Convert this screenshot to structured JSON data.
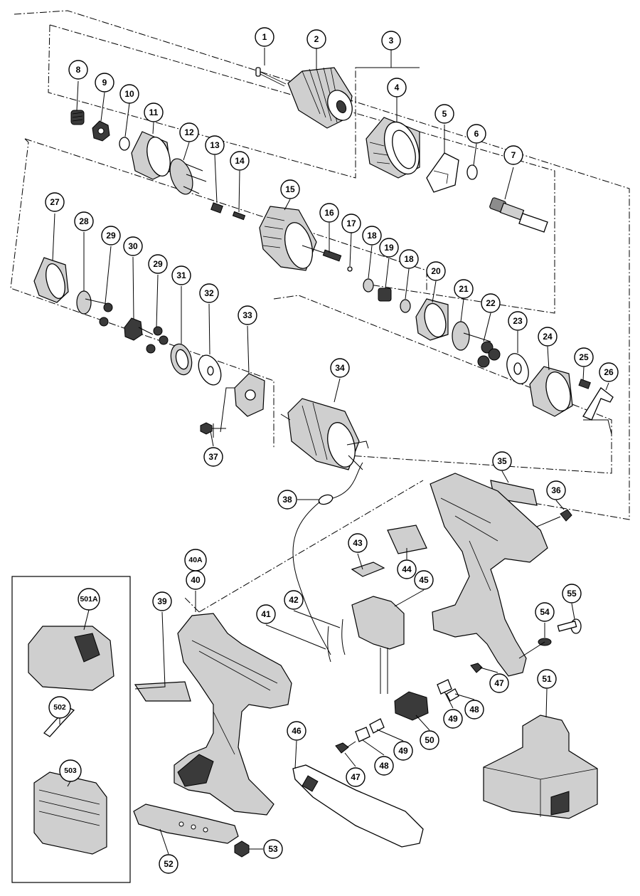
{
  "callouts": [
    {
      "key": "p1",
      "label": "1"
    },
    {
      "key": "p2",
      "label": "2"
    },
    {
      "key": "p3",
      "label": "3"
    },
    {
      "key": "p4",
      "label": "4"
    },
    {
      "key": "p5",
      "label": "5"
    },
    {
      "key": "p6",
      "label": "6"
    },
    {
      "key": "p7",
      "label": "7"
    },
    {
      "key": "p8",
      "label": "8"
    },
    {
      "key": "p9",
      "label": "9"
    },
    {
      "key": "p10",
      "label": "10"
    },
    {
      "key": "p11",
      "label": "11"
    },
    {
      "key": "p12",
      "label": "12"
    },
    {
      "key": "p13",
      "label": "13"
    },
    {
      "key": "p14",
      "label": "14"
    },
    {
      "key": "p15",
      "label": "15"
    },
    {
      "key": "p16",
      "label": "16"
    },
    {
      "key": "p17",
      "label": "17"
    },
    {
      "key": "p18a",
      "label": "18"
    },
    {
      "key": "p18b",
      "label": "18"
    },
    {
      "key": "p19",
      "label": "19"
    },
    {
      "key": "p20",
      "label": "20"
    },
    {
      "key": "p21",
      "label": "21"
    },
    {
      "key": "p22",
      "label": "22"
    },
    {
      "key": "p23",
      "label": "23"
    },
    {
      "key": "p24",
      "label": "24"
    },
    {
      "key": "p25",
      "label": "25"
    },
    {
      "key": "p26",
      "label": "26"
    },
    {
      "key": "p27",
      "label": "27"
    },
    {
      "key": "p28",
      "label": "28"
    },
    {
      "key": "p29a",
      "label": "29"
    },
    {
      "key": "p29b",
      "label": "29"
    },
    {
      "key": "p30",
      "label": "30"
    },
    {
      "key": "p31",
      "label": "31"
    },
    {
      "key": "p32",
      "label": "32"
    },
    {
      "key": "p33",
      "label": "33"
    },
    {
      "key": "p34",
      "label": "34"
    },
    {
      "key": "p35",
      "label": "35"
    },
    {
      "key": "p36",
      "label": "36"
    },
    {
      "key": "p37",
      "label": "37"
    },
    {
      "key": "p38",
      "label": "38"
    },
    {
      "key": "p39",
      "label": "39"
    },
    {
      "key": "p40",
      "label": "40"
    },
    {
      "key": "p40A",
      "label": "40A"
    },
    {
      "key": "p41",
      "label": "41"
    },
    {
      "key": "p42",
      "label": "42"
    },
    {
      "key": "p43",
      "label": "43"
    },
    {
      "key": "p44",
      "label": "44"
    },
    {
      "key": "p45",
      "label": "45"
    },
    {
      "key": "p46",
      "label": "46"
    },
    {
      "key": "p47a",
      "label": "47"
    },
    {
      "key": "p47b",
      "label": "47"
    },
    {
      "key": "p48a",
      "label": "48"
    },
    {
      "key": "p48b",
      "label": "48"
    },
    {
      "key": "p49a",
      "label": "49"
    },
    {
      "key": "p49b",
      "label": "49"
    },
    {
      "key": "p50",
      "label": "50"
    },
    {
      "key": "p51",
      "label": "51"
    },
    {
      "key": "p52",
      "label": "52"
    },
    {
      "key": "p53",
      "label": "53"
    },
    {
      "key": "p54",
      "label": "54"
    },
    {
      "key": "p55",
      "label": "55"
    },
    {
      "key": "p501A",
      "label": "501A"
    },
    {
      "key": "p502",
      "label": "502"
    },
    {
      "key": "p503",
      "label": "503"
    }
  ]
}
